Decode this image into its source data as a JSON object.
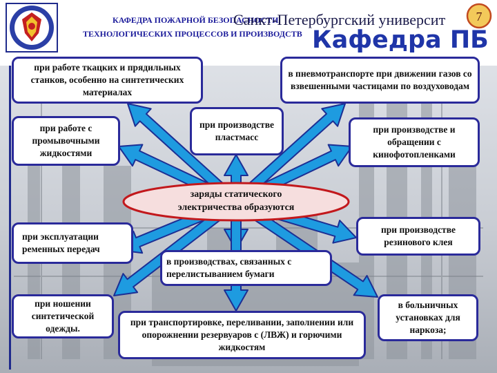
{
  "header": {
    "department_line1": "КАФЕДРА ПОЖАРНОЙ БЕЗОПАСНОСТИ",
    "department_line2": "ТЕХНОЛОГИЧЕСКИХ ПРОЦЕССОВ И ПРОИЗВОДСТВ",
    "university_fragment": "Санкт-Петербургский университ",
    "kafedra_fragment": "Кафедра ПБ"
  },
  "page_number": "7",
  "center": {
    "line1": "заряды статического",
    "line2": "электричества образуются"
  },
  "boxes": {
    "weaving": "при работе ткацких и прядильных станков, особенно на синтетических материалах",
    "pneumo": "в пневмотранспорте при движении газов со взвешенными частицами по воздуховодам",
    "washing": "при работе с промывочными жидкостями",
    "plastics": "при производстве пластмасс",
    "film": "при производстве и обращении с кинофотопленками",
    "belts": "при эксплуатации ременных передач",
    "rubber_glue": "при производстве резинового клея",
    "paper": "в производствах, связанных с перелистыванием бумаги",
    "clothing": "при ношении синтетической одежды.",
    "liquids": "при транспортировке, переливании, заполнении или опорожнении резервуаров с (ЛВЖ) и горючими жидкостям",
    "anesthesia": "в больничных установках для наркоза;"
  },
  "colors": {
    "arrow_fill": "#1e9be0",
    "arrow_stroke": "#1c2f94",
    "box_border": "#2a2a9a",
    "ellipse_fill": "#f6dede",
    "ellipse_stroke": "#c2181c",
    "header_text": "#1a1a9a",
    "kafedra_text": "#1f35a8"
  }
}
